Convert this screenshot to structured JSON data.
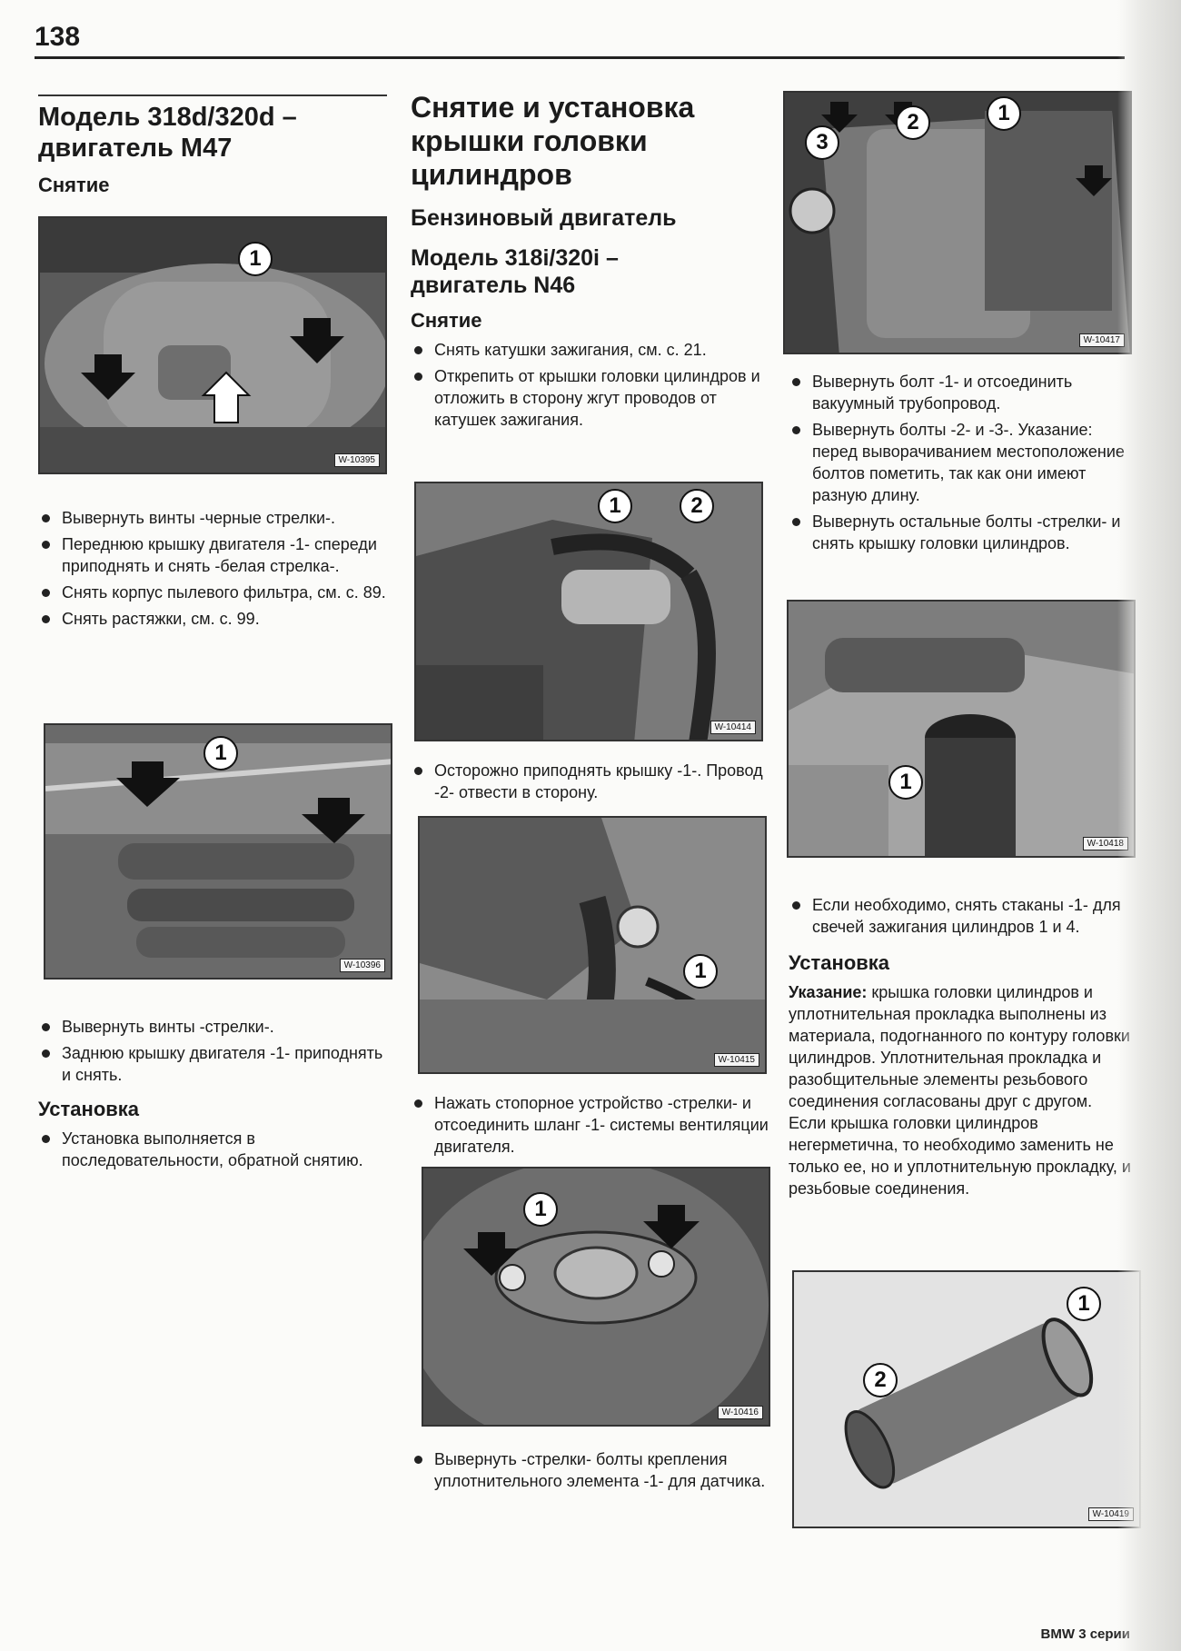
{
  "page_number": "138",
  "footer": "BMW 3 серии",
  "col1": {
    "title_line1": "Модель 318d/320d –",
    "title_line2": "двигатель M47",
    "removal_heading": "Снятие",
    "fig1": {
      "code": "W-10395",
      "callouts": [
        "1"
      ]
    },
    "bullets_a": [
      "Вывернуть винты -черные стрелки-.",
      "Переднюю крышку двигателя -1- спереди приподнять и снять -белая стрелка-.",
      "Снять корпус пылевого фильтра, см. с. 89.",
      "Снять растяжки, см. с. 99."
    ],
    "fig2": {
      "code": "W-10396",
      "callouts": [
        "1"
      ]
    },
    "bullets_b": [
      "Вывернуть винты -стрелки-.",
      "Заднюю крышку двигателя -1- приподнять и снять."
    ],
    "install_heading": "Установка",
    "bullets_c": [
      "Установка выполняется в последовательности, обратной снятию."
    ]
  },
  "col2": {
    "title_line1": "Снятие и установка",
    "title_line2": "крышки головки",
    "title_line3": "цилиндров",
    "subtitle": "Бензиновый двигатель",
    "model_line1": "Модель 318i/320i –",
    "model_line2": "двигатель N46",
    "removal_heading": "Снятие",
    "bullets_a": [
      "Снять катушки зажигания, см. с. 21.",
      "Открепить от крышки головки цилиндров и отложить в сторону жгут проводов от катушек зажигания."
    ],
    "fig1": {
      "code": "W-10414",
      "callouts": [
        "1",
        "2"
      ]
    },
    "bullets_b": [
      "Осторожно приподнять крышку -1-. Провод -2- отвести в сторону."
    ],
    "fig2": {
      "code": "W-10415",
      "callouts": [
        "1"
      ]
    },
    "bullets_c": [
      "Нажать стопорное устройство -стрелки- и отсоединить шланг -1- системы вентиляции двигателя."
    ],
    "fig3": {
      "code": "W-10416",
      "callouts": [
        "1"
      ]
    },
    "bullets_d": [
      "Вывернуть -стрелки- болты крепления уплотнительного элемента -1- для датчика."
    ]
  },
  "col3": {
    "fig1": {
      "code": "W-10417",
      "callouts": [
        "1",
        "2",
        "3"
      ]
    },
    "bullets_a": [
      "Вывернуть болт -1- и отсоединить вакуумный трубопровод.",
      "Вывернуть болты -2- и -3-. Указание: перед выворачиванием местоположение болтов пометить, так как они имеют разную длину.",
      "Вывернуть остальные болты -стрелки- и снять крышку головки цилиндров."
    ],
    "fig2": {
      "code": "W-10418",
      "callouts": [
        "1"
      ]
    },
    "bullets_b": [
      "Если необходимо, снять стаканы -1- для свечей зажигания цилиндров 1 и 4."
    ],
    "install_heading": "Установка",
    "note_label": "Указание:",
    "note_text": " крышка головки цилиндров и уплотнительная прокладка выполнены из материала, подогнанного по контуру головки цилиндров. Уплотнительная прокладка и разобщительные элементы резьбового соединения согласованы друг с другом. Если крышка головки цилиндров негерметична, то необходимо заменить не только ее, но и уплотнительную прокладку, и резьбовые соединения.",
    "fig3": {
      "code": "W-10419",
      "callouts": [
        "1",
        "2"
      ]
    }
  }
}
